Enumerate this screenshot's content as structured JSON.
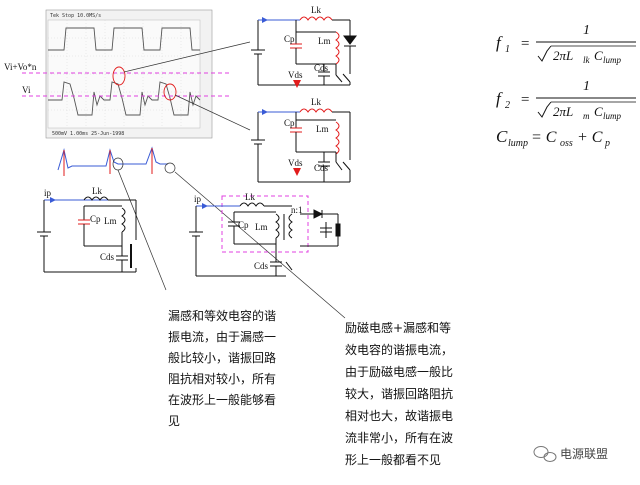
{
  "scope": {
    "header": "Tek  Stop  10.0MS/s",
    "footer": "500mV  1.00ms  25-Jun-1998",
    "labels": {
      "vi_vo": "Vi+Vo*n",
      "vi": "Vi"
    }
  },
  "circuit_top": {
    "lk": "Lk",
    "cp": "Cp",
    "lm": "Lm",
    "vds": "Vds",
    "cds": "Cds"
  },
  "circuit_mid": {
    "lk": "Lk",
    "cp": "Cp",
    "lm": "Lm",
    "vds": "Vds",
    "cds": "Cds"
  },
  "circuit_bl": {
    "ip": "ip",
    "lk": "Lk",
    "cp": "Cp",
    "lm": "Lm",
    "cds": "Cds"
  },
  "circuit_bc": {
    "ip": "ip",
    "lk": "Lk",
    "cp": "Cp",
    "lm": "Lm",
    "cds": "Cds",
    "ratio": "n:1"
  },
  "equations": {
    "f1": {
      "lhs": "f",
      "sub": "1",
      "eq": "=",
      "num": "1",
      "den": "2πL",
      "den_sub1": "lk",
      "den_mid": "C",
      "den_sub2": "lump"
    },
    "f2": {
      "lhs": "f",
      "sub": "2",
      "eq": "=",
      "num": "1",
      "den": "2πL",
      "den_sub1": "m",
      "den_mid": "C",
      "den_sub2": "lump"
    },
    "clump": {
      "lhs": "C",
      "lhs_sub": "lump",
      "eq": "= C",
      "sub1": "oss",
      "plus": "+ C",
      "sub2": "p"
    }
  },
  "annotation_left": {
    "lines": [
      "漏感和等效电容的谐",
      "振电流，由于漏感一",
      "般比较小，谐振回路",
      "阻抗相对较小，所有",
      "在波形上一般能够看",
      "见"
    ]
  },
  "annotation_right": {
    "lines": [
      "励磁电感+漏感和等",
      "效电容的谐振电流，",
      "由于励磁电感一般比",
      "较大，谐振回路阻抗",
      "相对也大，故谐振电",
      "流非常小，所有在波",
      "形上一般都看不见"
    ]
  },
  "watermark": {
    "text": "电源联盟"
  },
  "colors": {
    "red": "#e21b1b",
    "magenta": "#e040e0",
    "blue": "#3a5bd6"
  }
}
